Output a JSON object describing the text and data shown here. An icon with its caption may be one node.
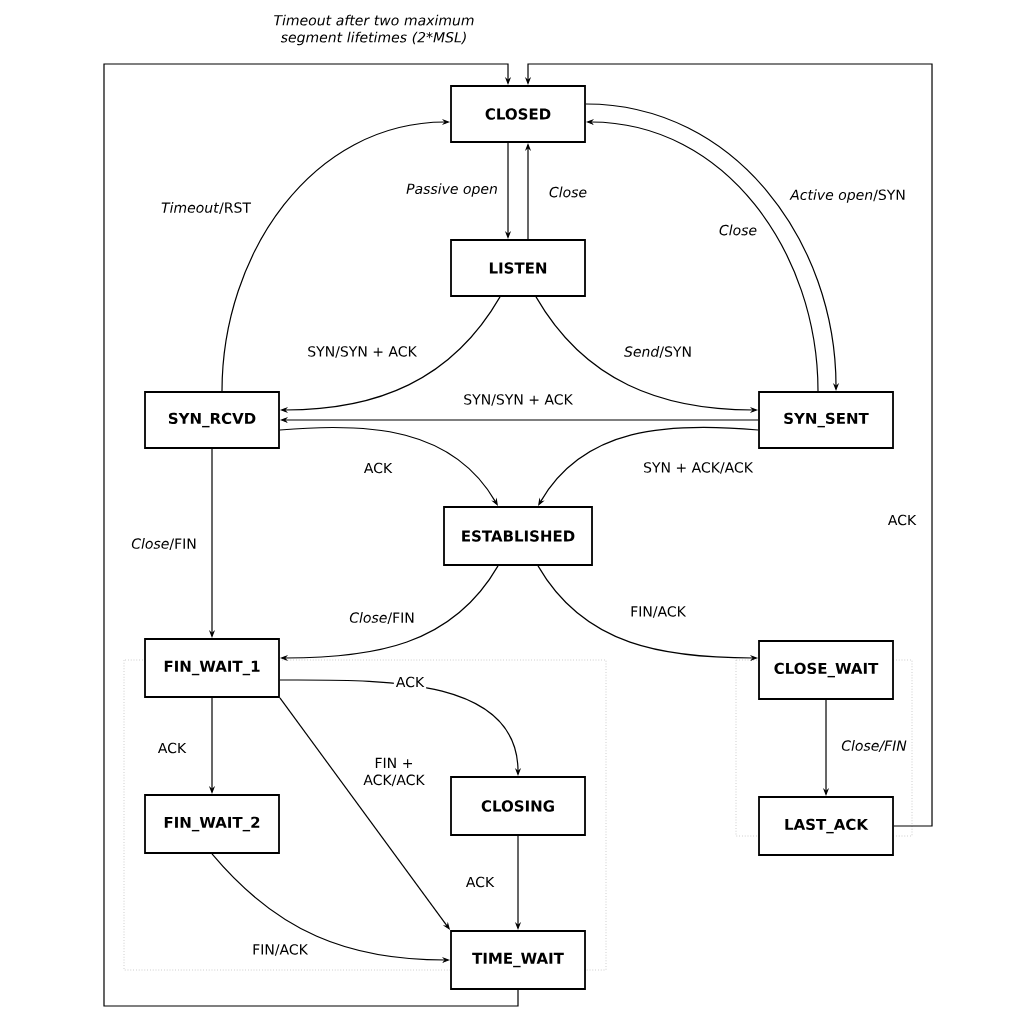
{
  "diagram": {
    "nodes": [
      {
        "text": [
          "CLOSED"
        ]
      },
      {
        "text": [
          "LISTEN"
        ]
      },
      {
        "text": [
          "SYN_RCVD"
        ]
      },
      {
        "text": [
          "SYN_SENT"
        ]
      },
      {
        "text": [
          "ESTABLISHED"
        ]
      },
      {
        "text": [
          "FIN_WAIT_1"
        ]
      },
      {
        "text": [
          "FIN_WAIT_2"
        ]
      },
      {
        "text": [
          "CLOSING"
        ]
      },
      {
        "text": [
          "TIME_WAIT"
        ]
      },
      {
        "text": [
          "CLOSE_WAIT"
        ]
      },
      {
        "text": [
          "LAST_ACK"
        ]
      }
    ],
    "edges": [
      {
        "from": 0,
        "to": 1,
        "arrow": "to",
        "label": "Passive open"
      },
      {
        "from": 1,
        "to": 0,
        "arrow": "to",
        "label": "Close"
      },
      {
        "from": 0,
        "to": 3,
        "arrow": "to",
        "label": "*Active open*/SYN"
      },
      {
        "from": 3,
        "to": 0,
        "arrow": "to",
        "label": "Close"
      },
      {
        "from": 2,
        "to": 0,
        "arrow": "to",
        "label": "*Timeout*/RST"
      },
      {
        "from": 1,
        "to": 2,
        "arrow": "to",
        "label": "SYN/SYN + ACK"
      },
      {
        "from": 1,
        "to": 3,
        "arrow": "to",
        "label": "*Send*/SYN"
      },
      {
        "from": 3,
        "to": 2,
        "arrow": "to",
        "label": "SYN/SYN + ACK"
      },
      {
        "from": 2,
        "to": 4,
        "arrow": "to",
        "label": "ACK"
      },
      {
        "from": 3,
        "to": 4,
        "arrow": "to",
        "label": "SYN + ACK/ACK"
      },
      {
        "from": 2,
        "to": 5,
        "arrow": "to",
        "label": "*Close*/FIN"
      },
      {
        "from": 4,
        "to": 5,
        "arrow": "to",
        "label": "*Close*/FIN"
      },
      {
        "from": 4,
        "to": 9,
        "arrow": "to",
        "label": "FIN/ACK"
      },
      {
        "from": 5,
        "to": 6,
        "arrow": "to",
        "label": "ACK"
      },
      {
        "from": 5,
        "to": 7,
        "arrow": "to",
        "label": "ACK"
      },
      {
        "from": 5,
        "to": 8,
        "arrow": "to",
        "label": "FIN + ACK/ACK"
      },
      {
        "from": 7,
        "to": 8,
        "arrow": "to",
        "label": "ACK"
      },
      {
        "from": 6,
        "to": 8,
        "arrow": "to",
        "label": "FIN/ACK"
      },
      {
        "from": 9,
        "to": 10,
        "arrow": "to",
        "label": "*Close*/FIN"
      },
      {
        "from": 10,
        "to": 0,
        "arrow": "to",
        "label": "ACK"
      },
      {
        "from": 8,
        "to": 0,
        "arrow": "to",
        "label": "Timeout after two maximum segment lifetimes (2*MSL)"
      }
    ]
  }
}
